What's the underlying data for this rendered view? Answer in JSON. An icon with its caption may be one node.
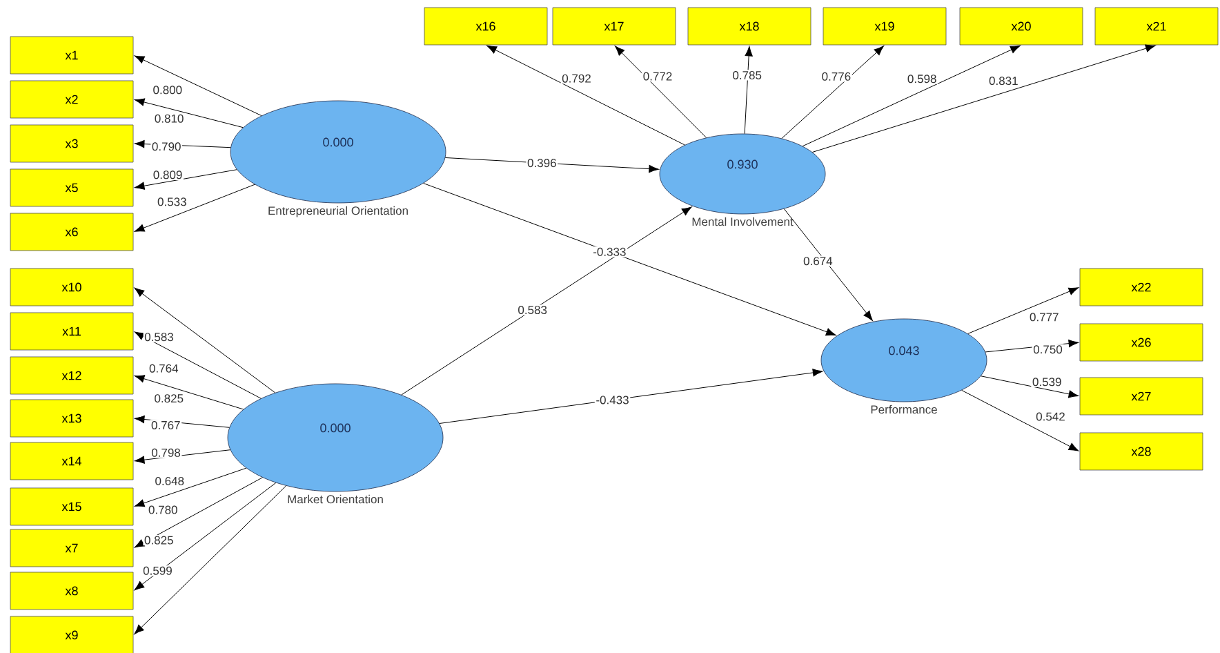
{
  "diagram": {
    "nodes": [
      {
        "text": [
          "x16"
        ]
      },
      {
        "text": [
          "x17"
        ]
      },
      {
        "text": [
          "x18"
        ]
      },
      {
        "text": [
          "x19"
        ]
      },
      {
        "text": [
          "x20"
        ]
      },
      {
        "text": [
          "x21"
        ]
      },
      {
        "text": [
          "x1"
        ]
      },
      {
        "text": [
          "x2"
        ]
      },
      {
        "text": [
          "x3"
        ]
      },
      {
        "text": [
          "x5"
        ]
      },
      {
        "text": [
          "x6"
        ]
      },
      {
        "text": [
          "0.000",
          "Entrepreneurial Orientation"
        ]
      },
      {
        "text": [
          "0.930",
          "Mental Involvement"
        ]
      },
      {
        "text": [
          "x10"
        ]
      },
      {
        "text": [
          "x11"
        ]
      },
      {
        "text": [
          "x12"
        ]
      },
      {
        "text": [
          "x13"
        ]
      },
      {
        "text": [
          "x14"
        ]
      },
      {
        "text": [
          "x15"
        ]
      },
      {
        "text": [
          "x7"
        ]
      },
      {
        "text": [
          "x8"
        ]
      },
      {
        "text": [
          "x9"
        ]
      },
      {
        "text": [
          "0.000",
          "Market Orientation"
        ]
      },
      {
        "text": [
          "0.043",
          "Performance"
        ]
      },
      {
        "text": [
          "x22"
        ]
      },
      {
        "text": [
          "x26"
        ]
      },
      {
        "text": [
          "x27"
        ]
      },
      {
        "text": [
          "x28"
        ]
      }
    ],
    "edges": [
      {
        "from": 11,
        "to": 6,
        "arrow": "to",
        "label": "0.800"
      },
      {
        "from": 11,
        "to": 7,
        "arrow": "to",
        "label": "0.810"
      },
      {
        "from": 11,
        "to": 8,
        "arrow": "to",
        "label": "0.790"
      },
      {
        "from": 11,
        "to": 9,
        "arrow": "to",
        "label": "0.809"
      },
      {
        "from": 11,
        "to": 10,
        "arrow": "to",
        "label": "0.533"
      },
      {
        "from": 12,
        "to": 0,
        "arrow": "to",
        "label": "0.792"
      },
      {
        "from": 12,
        "to": 1,
        "arrow": "to",
        "label": "0.772"
      },
      {
        "from": 12,
        "to": 2,
        "arrow": "to",
        "label": "0.785"
      },
      {
        "from": 12,
        "to": 3,
        "arrow": "to",
        "label": "0.776"
      },
      {
        "from": 12,
        "to": 4,
        "arrow": "to",
        "label": "0.598"
      },
      {
        "from": 12,
        "to": 5,
        "arrow": "to",
        "label": "0.831"
      },
      {
        "from": 11,
        "to": 12,
        "arrow": "to",
        "label": "0.396"
      },
      {
        "from": 11,
        "to": 23,
        "arrow": "to",
        "label": "-0.333"
      },
      {
        "from": 22,
        "to": 12,
        "arrow": "to",
        "label": "0.583"
      },
      {
        "from": 22,
        "to": 23,
        "arrow": "to",
        "label": "-0.433"
      },
      {
        "from": 12,
        "to": 23,
        "arrow": "to",
        "label": "0.674"
      },
      {
        "from": 22,
        "to": 13,
        "arrow": "to",
        "label": "0.583"
      },
      {
        "from": 22,
        "to": 14,
        "arrow": "to",
        "label": "0.764"
      },
      {
        "from": 22,
        "to": 15,
        "arrow": "to",
        "label": "0.825"
      },
      {
        "from": 22,
        "to": 16,
        "arrow": "to",
        "label": "0.767"
      },
      {
        "from": 22,
        "to": 17,
        "arrow": "to",
        "label": "0.798"
      },
      {
        "from": 22,
        "to": 18,
        "arrow": "to",
        "label": "0.648"
      },
      {
        "from": 22,
        "to": 19,
        "arrow": "to",
        "label": "0.780"
      },
      {
        "from": 22,
        "to": 20,
        "arrow": "to",
        "label": "0.825"
      },
      {
        "from": 22,
        "to": 21,
        "arrow": "to",
        "label": "0.599"
      },
      {
        "from": 23,
        "to": 24,
        "arrow": "to",
        "label": "0.777"
      },
      {
        "from": 23,
        "to": 25,
        "arrow": "to",
        "label": "0.750"
      },
      {
        "from": 23,
        "to": 26,
        "arrow": "to",
        "label": "0.539"
      },
      {
        "from": 23,
        "to": 27,
        "arrow": "to",
        "label": "0.542"
      }
    ]
  }
}
